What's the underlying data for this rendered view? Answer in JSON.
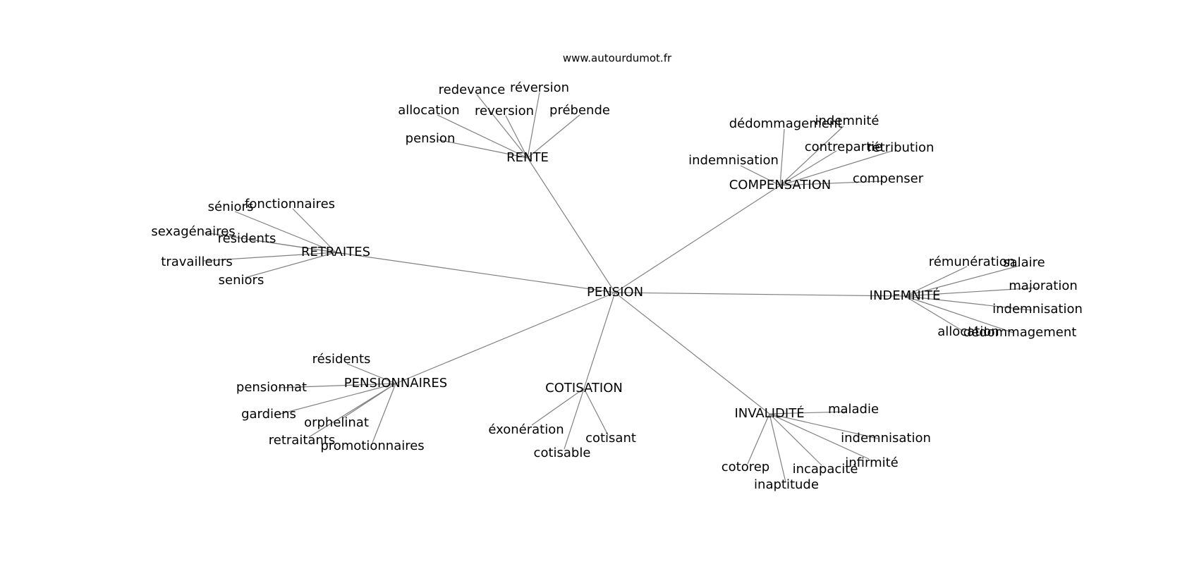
{
  "watermark": "www.autourdumot.fr",
  "center": "PENSION",
  "groups": [
    {
      "id": "RENTE",
      "label": "RENTE",
      "leaves": [
        "redevance",
        "réversion",
        "allocation",
        "reversion",
        "prébende",
        "pension"
      ]
    },
    {
      "id": "COMPENSATION",
      "label": "COMPENSATION",
      "leaves": [
        "dédommagement",
        "indemnité",
        "contrepartie",
        "rétribution",
        "indemnisation",
        "compenser"
      ]
    },
    {
      "id": "RETRAITES",
      "label": "RETRAITES",
      "leaves": [
        "séniors",
        "fonctionnaires",
        "sexagénaires",
        "résidents",
        "travailleurs",
        "seniors"
      ]
    },
    {
      "id": "INDEMNITE",
      "label": "INDEMNITÉ",
      "leaves": [
        "rémunération",
        "salaire",
        "majoration",
        "indemnisation",
        "allocation",
        "dédommagement"
      ]
    },
    {
      "id": "PENSIONNAIRES",
      "label": "PENSIONNAIRES",
      "leaves": [
        "résidents",
        "pensionnat",
        "gardiens",
        "orphelinat",
        "retraitants",
        "promotionnaires"
      ]
    },
    {
      "id": "COTISATION",
      "label": "COTISATION",
      "leaves": [
        "éxonération",
        "cotisant",
        "cotisable"
      ]
    },
    {
      "id": "INVALIDITE",
      "label": "INVALIDITÉ",
      "leaves": [
        "maladie",
        "indemnisation",
        "infirmité",
        "cotorep",
        "incapacité",
        "inaptitude"
      ]
    }
  ]
}
